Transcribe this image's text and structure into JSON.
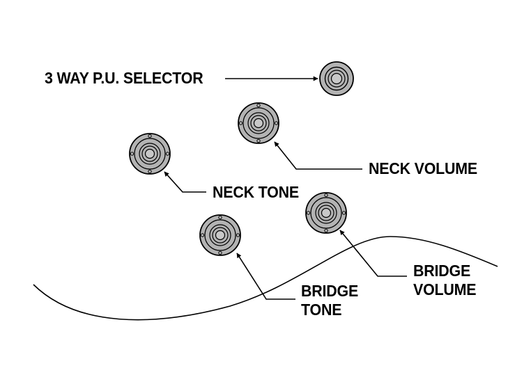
{
  "labels": {
    "selector": "3 WAY P.U. SELECTOR",
    "neck_volume": "NECK VOLUME",
    "neck_tone": "NECK TONE",
    "bridge_volume_line1": "BRIDGE",
    "bridge_volume_line2": "VOLUME",
    "bridge_tone_line1": "BRIDGE",
    "bridge_tone_line2": "TONE"
  },
  "colors": {
    "knob_fill": "#b3b3b3",
    "knob_stroke": "#000000",
    "ink": "#000000",
    "background": "#ffffff"
  }
}
